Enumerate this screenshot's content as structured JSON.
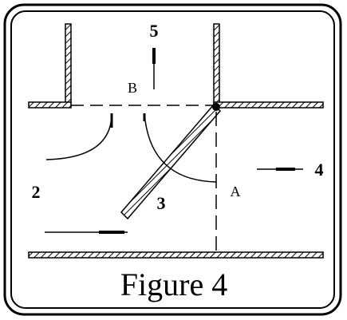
{
  "figure": {
    "caption": "Figure 4",
    "labels": {
      "number_2": "2",
      "number_3": "3",
      "number_4": "4",
      "number_5": "5",
      "point_a": "A",
      "point_b": "B"
    }
  }
}
